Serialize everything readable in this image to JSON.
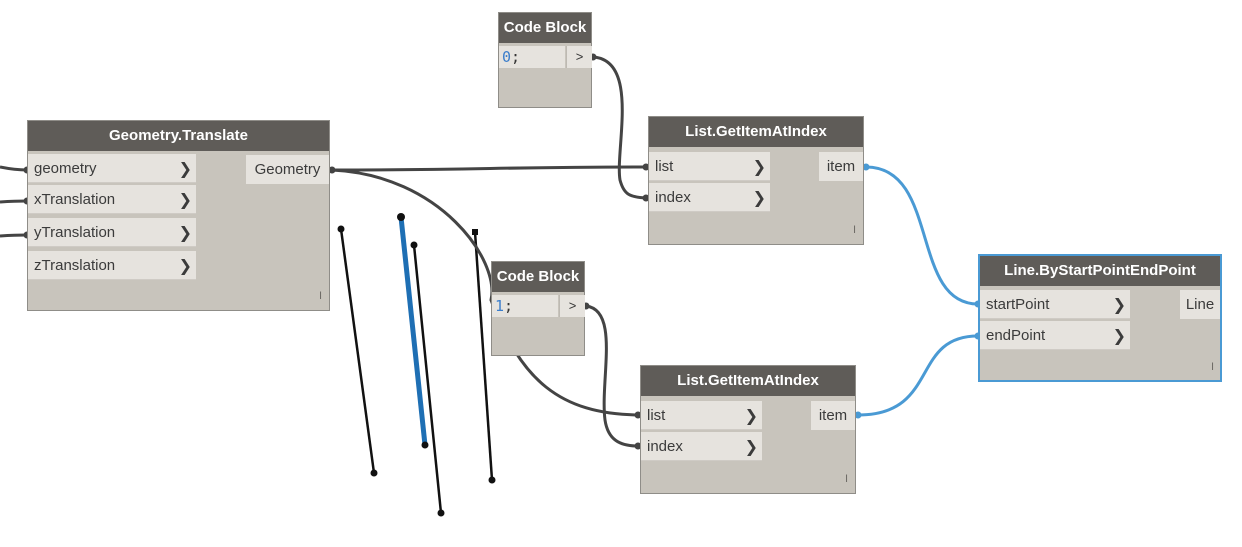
{
  "nodes": {
    "translate": {
      "title": "Geometry.Translate",
      "inputs": [
        "geometry",
        "xTranslation",
        "yTranslation",
        "zTranslation"
      ],
      "output": "Geometry"
    },
    "code_block_top": {
      "title": "Code Block",
      "code_value": "0",
      "code_suffix": ";",
      "output": ">"
    },
    "code_block_mid": {
      "title": "Code Block",
      "code_value": "1",
      "code_suffix": ";",
      "output": ">"
    },
    "get_item_top": {
      "title": "List.GetItemAtIndex",
      "inputs": [
        "list",
        "index"
      ],
      "output": "item"
    },
    "get_item_bottom": {
      "title": "List.GetItemAtIndex",
      "inputs": [
        "list",
        "index"
      ],
      "output": "item"
    },
    "line_node": {
      "title": "Line.ByStartPointEndPoint",
      "inputs": [
        "startPoint",
        "endPoint"
      ],
      "output": "Line"
    }
  },
  "grip_glyph": "I",
  "chevron_glyph": "❯",
  "colors": {
    "wire": "#444444",
    "wire_active": "#4a9ad4",
    "node_header": "#5f5c58",
    "node_body": "#c8c4bc",
    "port_bg": "#e6e3de",
    "selection": "#4a9ad4",
    "code_number": "#3c7ecb",
    "preview_line": "#111111",
    "preview_highlight": "#1e6fb4"
  }
}
